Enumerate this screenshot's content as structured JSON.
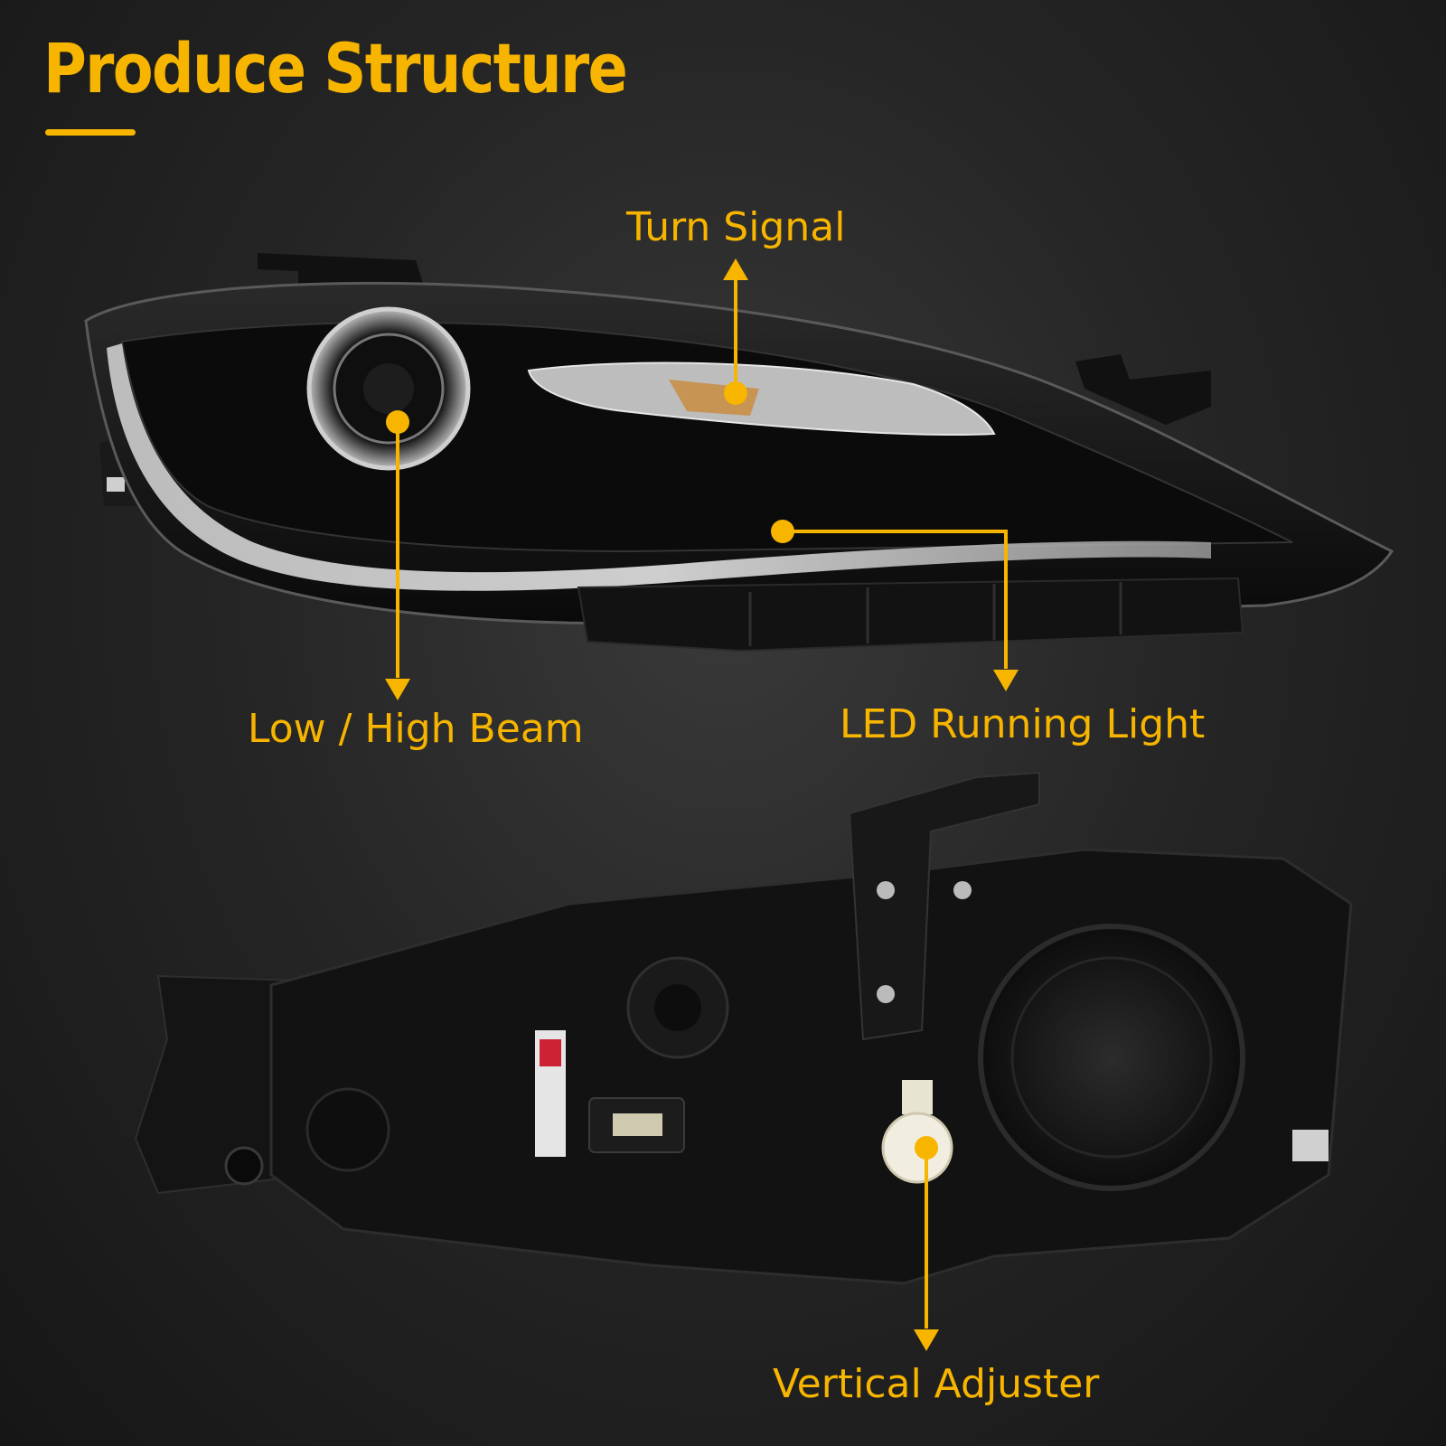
{
  "title": "Produce Structure",
  "labels": {
    "turn_signal": "Turn Signal",
    "low_high_beam": "Low / High Beam",
    "led_running_light": "LED Running Light",
    "vertical_adjuster": "Vertical Adjuster"
  },
  "colors": {
    "accent": "#F7B500",
    "background": "#222222",
    "housing": "#0c0c0c"
  },
  "icons": [
    "arrow-up-icon",
    "arrow-down-icon",
    "dot-marker-icon"
  ]
}
